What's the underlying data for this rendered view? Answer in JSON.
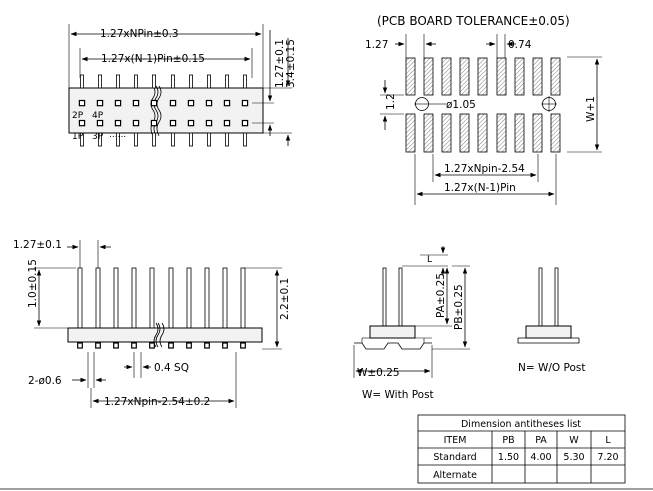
{
  "pcb_title": "(PCB BOARD TOLERANCE±0.05)",
  "top_view": {
    "overall": "1.27xNPin±0.3",
    "pitch_span": "1.27x(N-1)Pin±0.15",
    "h1": "1.27±0.1",
    "h2": "3.4±0.15",
    "label_2p": "2P",
    "label_4p": "4P",
    "label_1p": "1P",
    "label_3p": "3P",
    "dots": "......"
  },
  "pcb": {
    "pitch": "1.27",
    "width": "0.74",
    "gap": "1.2",
    "hole": "ø1.05",
    "span_a": "1.27xNpin-2.54",
    "span_b": "1.27x(N-1)Pin",
    "w1": "W+1"
  },
  "side_view": {
    "pitch": "1.27±0.1",
    "tail": "1.0±0.15",
    "height": "2.2±0.1",
    "post_dia": "2-ø0.6",
    "square": "0.4 SQ",
    "post_span": "1.27xNpin-2.54±0.2"
  },
  "end_view": {
    "pa": "PA±0.25",
    "pb": "PB±0.25",
    "l": "L",
    "w": "W±0.25",
    "with_post": "W= With Post",
    "no_post": "N= W/O Post"
  },
  "table": {
    "title": "Dimension antitheses list",
    "headers": [
      "ITEM",
      "PB",
      "PA",
      "W",
      "L"
    ],
    "rows": [
      [
        "Standard",
        "1.50",
        "4.00",
        "5.30",
        "7.20"
      ],
      [
        "Alternate",
        "",
        "",
        "",
        ""
      ]
    ]
  }
}
